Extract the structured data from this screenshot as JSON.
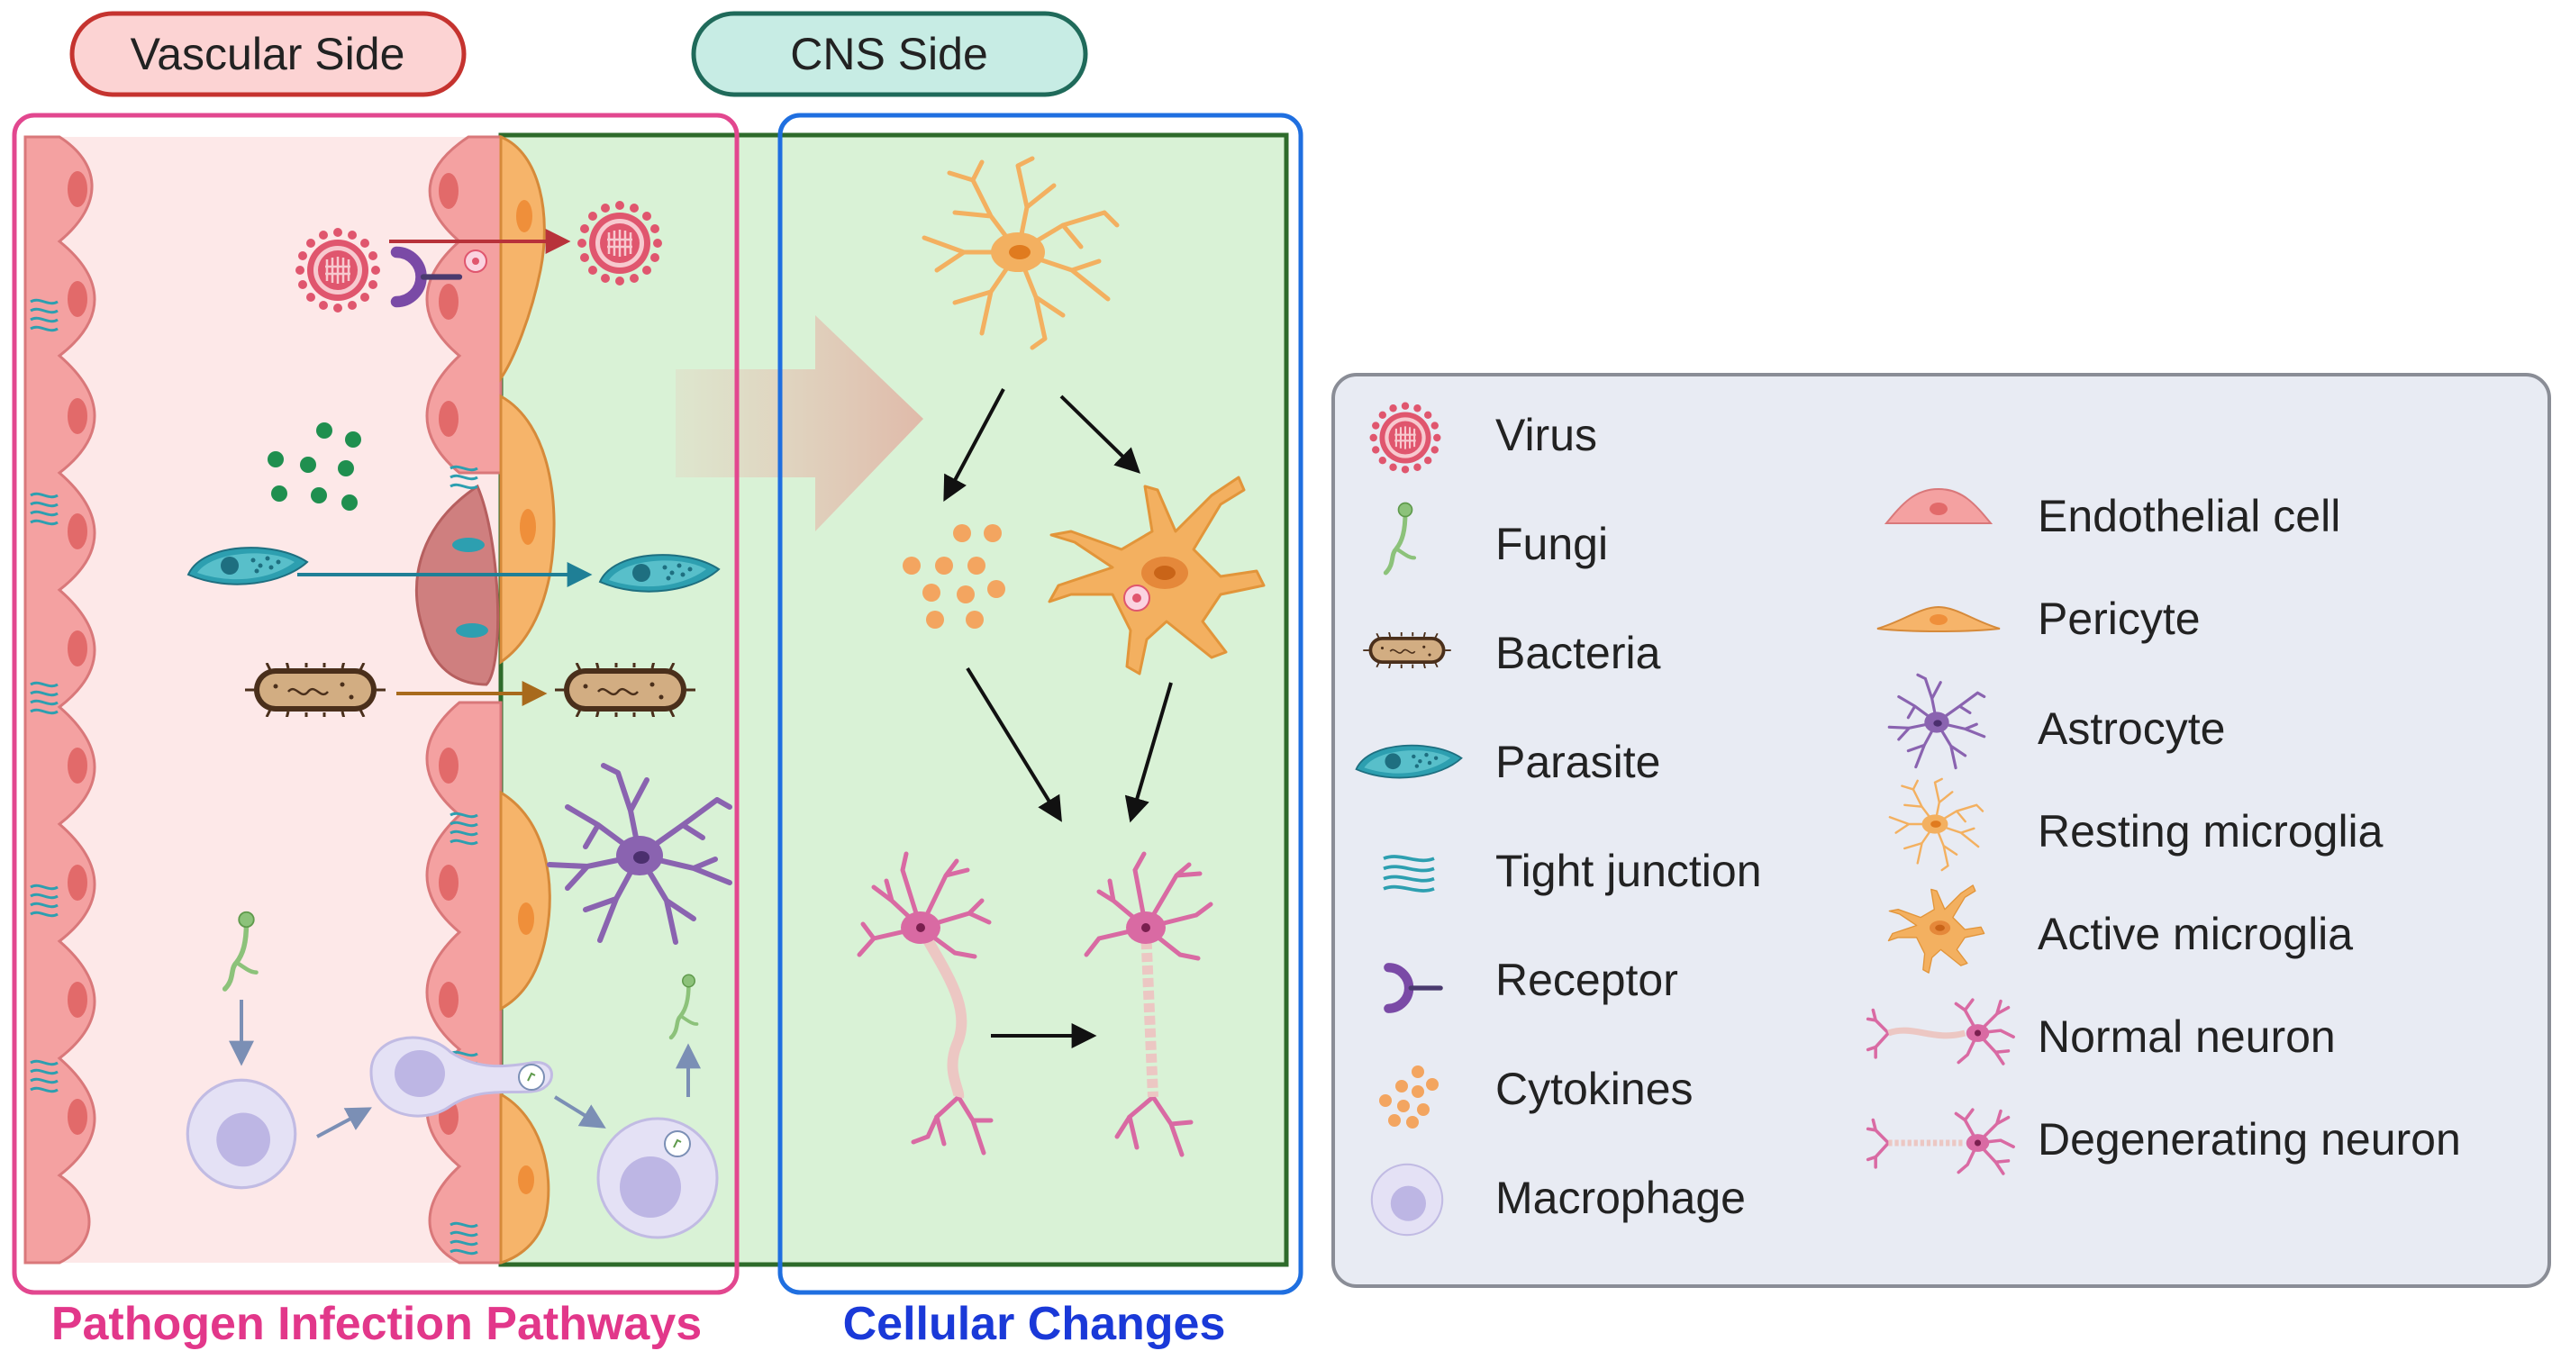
{
  "headers": {
    "vascular_side": "Vascular Side",
    "cns_side": "CNS Side"
  },
  "captions": {
    "pathogen_pathways": "Pathogen Infection Pathways",
    "cellular_changes": "Cellular Changes"
  },
  "colors": {
    "vascular_bg": "#fde8e8",
    "cns_bg": "#d9f2d6",
    "endothelial": "#f4a1a1",
    "pericyte": "#f6b46a",
    "astrocyte": "#8a63b0",
    "microglia": "#f3b060",
    "neuron": "#d96aa3",
    "virus": "#e0566e",
    "parasite": "#2d9fb0",
    "bacteria": "#c59b6d",
    "macrophage": "#c9c4ea",
    "pink_frame": "#e2478f",
    "blue_frame": "#1f6fe0",
    "caption_pink": "#e2378a",
    "caption_blue": "#1a39d8",
    "legend_bg": "#e8ebf3"
  },
  "legend": {
    "left": [
      {
        "icon": "virus-icon",
        "label": "Virus"
      },
      {
        "icon": "fungi-icon",
        "label": "Fungi"
      },
      {
        "icon": "bacteria-icon",
        "label": "Bacteria"
      },
      {
        "icon": "parasite-icon",
        "label": "Parasite"
      },
      {
        "icon": "tight-junction-icon",
        "label": "Tight junction"
      },
      {
        "icon": "receptor-icon",
        "label": "Receptor"
      },
      {
        "icon": "cytokines-icon",
        "label": "Cytokines"
      },
      {
        "icon": "macrophage-icon",
        "label": "Macrophage"
      }
    ],
    "right": [
      {
        "icon": "endothelial-cell-icon",
        "label": "Endothelial cell"
      },
      {
        "icon": "pericyte-icon",
        "label": "Pericyte"
      },
      {
        "icon": "astrocyte-icon",
        "label": "Astrocyte"
      },
      {
        "icon": "resting-microglia-icon",
        "label": "Resting microglia"
      },
      {
        "icon": "active-microglia-icon",
        "label": "Active microglia"
      },
      {
        "icon": "normal-neuron-icon",
        "label": "Normal neuron"
      },
      {
        "icon": "degenerating-neuron-icon",
        "label": "Degenerating neuron"
      }
    ]
  }
}
